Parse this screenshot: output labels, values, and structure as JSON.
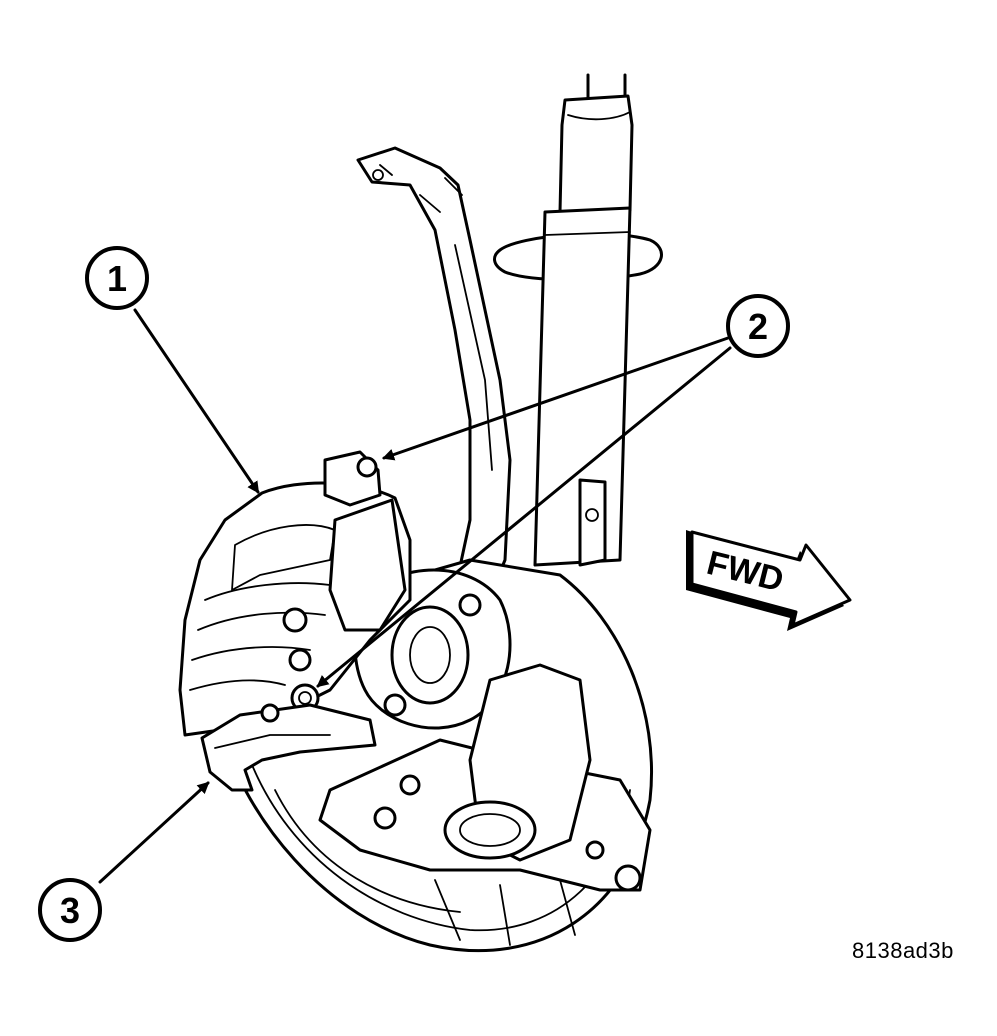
{
  "callouts": [
    {
      "number": "1"
    },
    {
      "number": "2"
    },
    {
      "number": "3"
    }
  ],
  "direction_label": "FWD",
  "figure_id": "8138ad3b"
}
